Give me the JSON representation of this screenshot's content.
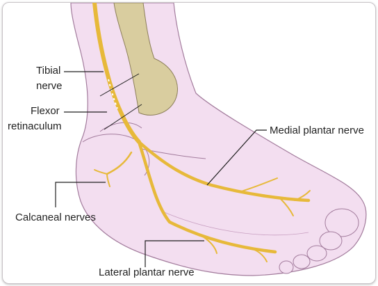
{
  "labels": {
    "tibial_nerve_line1": "Tibial",
    "tibial_nerve_line2": "nerve",
    "flexor_line1": "Flexor",
    "flexor_line2": "retinaculum",
    "medial_plantar": "Medial plantar nerve",
    "calcaneal": "Calcaneal nerves",
    "lateral_plantar": "Lateral plantar nerve"
  },
  "colors": {
    "skin": "#f3def0",
    "skin_outline": "#a27b9c",
    "bone": "#d9cd9f",
    "bone_outline": "#8c7f5a",
    "nerve": "#e7b93a",
    "nerve_outline": "#9a7420",
    "text": "#1f1f1f"
  }
}
